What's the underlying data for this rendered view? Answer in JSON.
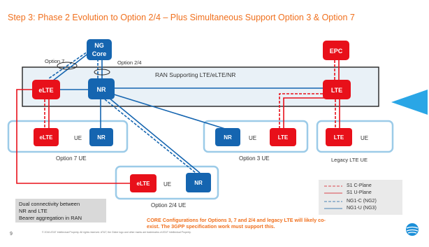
{
  "title": "Step 3:  Phase 2 Evolution to Option 2/4 – Plus Simultaneous Support Option 3 & Option 7",
  "nodes": {
    "ng_core_line1": "NG",
    "ng_core_line2": "Core",
    "epc": "EPC",
    "elte_top": "eLTE",
    "nr_top": "NR",
    "lte_top": "LTE",
    "opt7_elte": "eLTE",
    "opt7_nr": "NR",
    "opt3_nr": "NR",
    "opt3_lte": "LTE",
    "legacy_lte": "LTE",
    "opt24_elte": "eLTE",
    "opt24_nr": "NR"
  },
  "labels": {
    "ran_bar": "RAN Supporting LTE/eLTE/NR",
    "option7": "Option 7",
    "option24": "Option 2/4",
    "ue": "UE",
    "option7_ue": "Option 7 UE",
    "option3_ue": "Option 3 UE",
    "legacy_lte_ue": "Legacy LTE UE",
    "option24_ue": "Option 2/4 UE"
  },
  "note": {
    "line1": "Dual connectivity between",
    "line2": "NR and LTE",
    "line3": "Bearer aggregation in RAN"
  },
  "legend": {
    "s1c": "S1 C-Plane",
    "s1u": "S1 U-Plane",
    "ng1c": "NG1-C (NG2)",
    "ng1u": "NG1-U (NG3)"
  },
  "footer": "CORE Configurations for Options 3, 7 and 2/4 and  legacy LTE will likely co-exist.  The 3GPP specification work must support this.",
  "copyright": "© 2016 AT&T Intellectual Property. All rights reserved. AT&T, the Globe logo and other marks are trademarks of AT&T Intellectual Property.",
  "page_number": "9",
  "colors": {
    "title": "#f0701e",
    "red_node": "#e8101a",
    "blue_node": "#1565b0",
    "ue_border": "#9ccbe8",
    "ran_bar": "#e9f1f7",
    "arrow": "#2aa6e6"
  }
}
